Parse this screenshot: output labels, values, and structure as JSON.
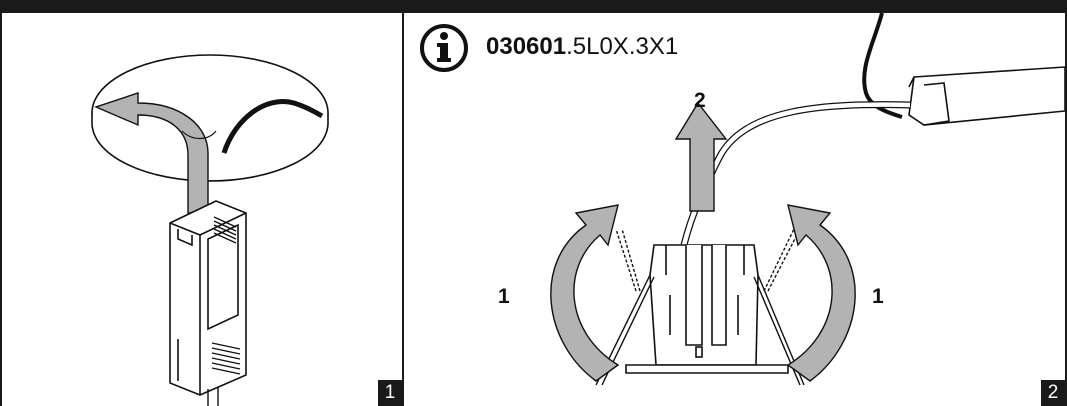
{
  "panels": [
    {
      "step_number": "1"
    },
    {
      "step_number": "2",
      "product_code_bold": "030601",
      "product_code_rest": ".5L0X.3X1",
      "arrow_labels": {
        "lift": "2",
        "left": "1",
        "right": "1"
      }
    }
  ],
  "colors": {
    "frame": "#1a1a1a",
    "arrow_fill": "#b3b3b3",
    "line": "#111111"
  },
  "icons": [
    "info-icon"
  ]
}
